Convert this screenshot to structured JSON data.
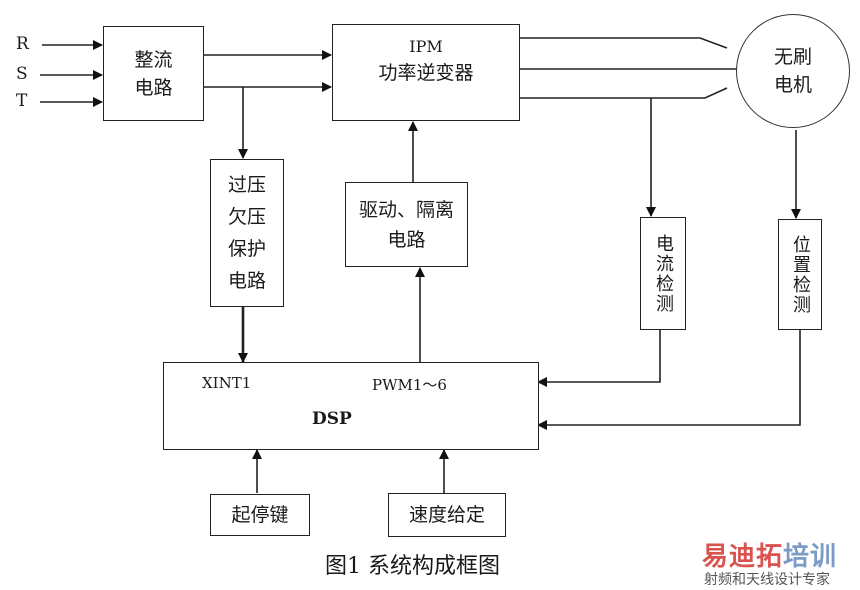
{
  "figure": {
    "caption": "图1 系统构成框图",
    "inputs": [
      "R",
      "S",
      "T"
    ],
    "blocks": {
      "rectifier": {
        "line1": "整流",
        "line2": "电路"
      },
      "ipm": {
        "line1": "IPM",
        "line2": "功率逆变器"
      },
      "motor": {
        "line1": "无刷",
        "line2": "电机"
      },
      "protection": {
        "lines": [
          "过压",
          "欠压",
          "保护",
          "电路"
        ]
      },
      "driver": {
        "line1": "驱动、隔离",
        "line2": "电路"
      },
      "current_detect": {
        "text": "电流检测"
      },
      "position_detect": {
        "text": "位置检测"
      },
      "dsp": {
        "title": "DSP",
        "port_xint": "XINT1",
        "port_pwm": "PWM1～6"
      },
      "start_stop": {
        "text": "起停键"
      },
      "speed_set": {
        "text": "速度给定"
      }
    }
  },
  "watermark": {
    "brand": "易迪拓培训",
    "tagline": "射频和天线设计专家",
    "brand_colors": {
      "red": "#d9534f",
      "blue": "#7a9cc6"
    }
  }
}
